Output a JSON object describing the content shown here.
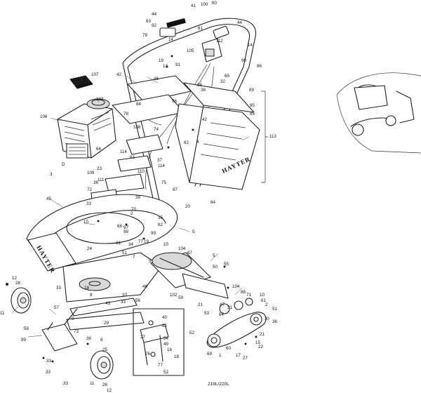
{
  "brand": "HAYTER",
  "diagram_code": "219L/220L",
  "callouts": [
    {
      "id": "c-41",
      "text": "41"
    },
    {
      "id": "c-100",
      "text": "100"
    },
    {
      "id": "c-80",
      "text": "80"
    },
    {
      "id": "c-44a",
      "text": "44"
    },
    {
      "id": "c-63",
      "text": "63"
    },
    {
      "id": "c-92",
      "text": "92"
    },
    {
      "id": "c-44b",
      "text": "44"
    },
    {
      "id": "c-79",
      "text": "79"
    },
    {
      "id": "c-14a",
      "text": "14"
    },
    {
      "id": "c-61",
      "text": "61"
    },
    {
      "id": "c-112",
      "text": "112"
    },
    {
      "id": "c-14b",
      "text": "14"
    },
    {
      "id": "c-105",
      "text": "105"
    },
    {
      "id": "c-19a",
      "text": "19"
    },
    {
      "id": "c-13",
      "text": "13"
    },
    {
      "id": "c-91",
      "text": "91"
    },
    {
      "id": "c-90",
      "text": "90"
    },
    {
      "id": "c-86",
      "text": "86"
    },
    {
      "id": "c-107",
      "text": "107"
    },
    {
      "id": "c-42a",
      "text": "42"
    },
    {
      "id": "c-48",
      "text": "48"
    },
    {
      "id": "c-65",
      "text": "65"
    },
    {
      "id": "c-32",
      "text": "32"
    },
    {
      "id": "c-103",
      "text": "103"
    },
    {
      "id": "c-88",
      "text": "88"
    },
    {
      "id": "c-38",
      "text": "38"
    },
    {
      "id": "c-89",
      "text": "89"
    },
    {
      "id": "c-84a",
      "text": "84"
    },
    {
      "id": "c-96",
      "text": "96"
    },
    {
      "id": "c-95",
      "text": "95"
    },
    {
      "id": "c-85",
      "text": "85"
    },
    {
      "id": "c-106",
      "text": "106"
    },
    {
      "id": "c-78",
      "text": "78"
    },
    {
      "id": "c-42b",
      "text": "42"
    },
    {
      "id": "c-108",
      "text": "108"
    },
    {
      "id": "c-74",
      "text": "74"
    },
    {
      "id": "c-82",
      "text": "82"
    },
    {
      "id": "c-4",
      "text": "4"
    },
    {
      "id": "c-113",
      "text": "113"
    },
    {
      "id": "c-66",
      "text": "66"
    },
    {
      "id": "c-114a",
      "text": "114"
    },
    {
      "id": "c-83",
      "text": "83"
    },
    {
      "id": "c-37",
      "text": "37"
    },
    {
      "id": "c-114b",
      "text": "114"
    },
    {
      "id": "c-D",
      "text": "D"
    },
    {
      "id": "c-3",
      "text": "3"
    },
    {
      "id": "c-109",
      "text": "109"
    },
    {
      "id": "c-23",
      "text": "23"
    },
    {
      "id": "c-110",
      "text": "110"
    },
    {
      "id": "c-75",
      "text": "75"
    },
    {
      "id": "c-36a",
      "text": "36"
    },
    {
      "id": "c-111",
      "text": "111"
    },
    {
      "id": "c-72",
      "text": "72"
    },
    {
      "id": "c-87",
      "text": "87"
    },
    {
      "id": "c-45",
      "text": "45"
    },
    {
      "id": "c-39",
      "text": "39"
    },
    {
      "id": "c-84b",
      "text": "84"
    },
    {
      "id": "c-20",
      "text": "20"
    },
    {
      "id": "c-33a",
      "text": "33"
    },
    {
      "id": "c-70",
      "text": "70"
    },
    {
      "id": "c-2a",
      "text": "2"
    },
    {
      "id": "c-10a",
      "text": "10"
    },
    {
      "id": "c-35",
      "text": "35"
    },
    {
      "id": "c-68",
      "text": "68"
    },
    {
      "id": "c-97",
      "text": "97"
    },
    {
      "id": "c-62",
      "text": "62"
    },
    {
      "id": "c-98",
      "text": "98"
    },
    {
      "id": "c-5a",
      "text": "5"
    },
    {
      "id": "c-99",
      "text": "99"
    },
    {
      "id": "c-31",
      "text": "31"
    },
    {
      "id": "c-77a",
      "text": "77"
    },
    {
      "id": "c-24",
      "text": "24"
    },
    {
      "id": "c-51a",
      "text": "51"
    },
    {
      "id": "c-34",
      "text": "34"
    },
    {
      "id": "c-19b",
      "text": "19"
    },
    {
      "id": "c-10b",
      "text": "10"
    },
    {
      "id": "c-104a",
      "text": "104"
    },
    {
      "id": "c-67",
      "text": "67"
    },
    {
      "id": "c-5b",
      "text": "5"
    },
    {
      "id": "c-55",
      "text": "55"
    },
    {
      "id": "c-12a",
      "text": "12"
    },
    {
      "id": "c-28",
      "text": "28"
    },
    {
      "id": "c-7",
      "text": "7"
    },
    {
      "id": "c-3b",
      "text": "3"
    },
    {
      "id": "c-50",
      "text": "50"
    },
    {
      "id": "c-33b",
      "text": "33"
    },
    {
      "id": "c-18",
      "text": "18"
    },
    {
      "id": "c-8",
      "text": "8"
    },
    {
      "id": "c-46",
      "text": "46"
    },
    {
      "id": "c-33c",
      "text": "33"
    },
    {
      "id": "c-104b",
      "text": "104"
    },
    {
      "id": "c-10c",
      "text": "10"
    },
    {
      "id": "c-11a",
      "text": "11"
    },
    {
      "id": "c-102",
      "text": "102"
    },
    {
      "id": "c-59",
      "text": "59"
    },
    {
      "id": "c-21a",
      "text": "21"
    },
    {
      "id": "c-47",
      "text": "47"
    },
    {
      "id": "c-88b",
      "text": "88"
    },
    {
      "id": "c-71",
      "text": "71"
    },
    {
      "id": "c-61b",
      "text": "61"
    },
    {
      "id": "c-57",
      "text": "57"
    },
    {
      "id": "c-43",
      "text": "43"
    },
    {
      "id": "c-33d",
      "text": "33"
    },
    {
      "id": "c-56",
      "text": "56"
    },
    {
      "id": "c-53",
      "text": "53"
    },
    {
      "id": "c-31b",
      "text": "31"
    },
    {
      "id": "c-2b",
      "text": "2"
    },
    {
      "id": "c-51b",
      "text": "51"
    },
    {
      "id": "c-40",
      "text": "40"
    },
    {
      "id": "c-64",
      "text": "64"
    },
    {
      "id": "c-30",
      "text": "30"
    },
    {
      "id": "c-58",
      "text": "58"
    },
    {
      "id": "c-9",
      "text": "9"
    },
    {
      "id": "c-29",
      "text": "29"
    },
    {
      "id": "c-73",
      "text": "73"
    },
    {
      "id": "c-82b",
      "text": "82"
    },
    {
      "id": "c-36b",
      "text": "36"
    },
    {
      "id": "c-99b",
      "text": "99"
    },
    {
      "id": "c-27a",
      "text": "27"
    },
    {
      "id": "c-54",
      "text": "54"
    },
    {
      "id": "c-52",
      "text": "52"
    },
    {
      "id": "c-21b",
      "text": "21"
    },
    {
      "id": "c-36c",
      "text": "36"
    },
    {
      "id": "c-15",
      "text": "15"
    },
    {
      "id": "c-6",
      "text": "6"
    },
    {
      "id": "c-49",
      "text": "49"
    },
    {
      "id": "c-69",
      "text": "69"
    },
    {
      "id": "c-60",
      "text": "60"
    },
    {
      "id": "c-22",
      "text": "22"
    },
    {
      "id": "c-25",
      "text": "25"
    },
    {
      "id": "c-16",
      "text": "16"
    },
    {
      "id": "c-1",
      "text": "1"
    },
    {
      "id": "c-17",
      "text": "17"
    },
    {
      "id": "c-27b",
      "text": "27"
    },
    {
      "id": "c-76",
      "text": "76"
    },
    {
      "id": "c-33e",
      "text": "33"
    },
    {
      "id": "c-18b",
      "text": "18"
    },
    {
      "id": "c-77b",
      "text": "77"
    },
    {
      "id": "c-52b",
      "text": "52"
    },
    {
      "id": "c-33f",
      "text": "33"
    },
    {
      "id": "c-11b",
      "text": "11"
    },
    {
      "id": "c-26",
      "text": "26"
    },
    {
      "id": "c-12b",
      "text": "12"
    },
    {
      "id": "c-33g",
      "text": "33"
    }
  ]
}
